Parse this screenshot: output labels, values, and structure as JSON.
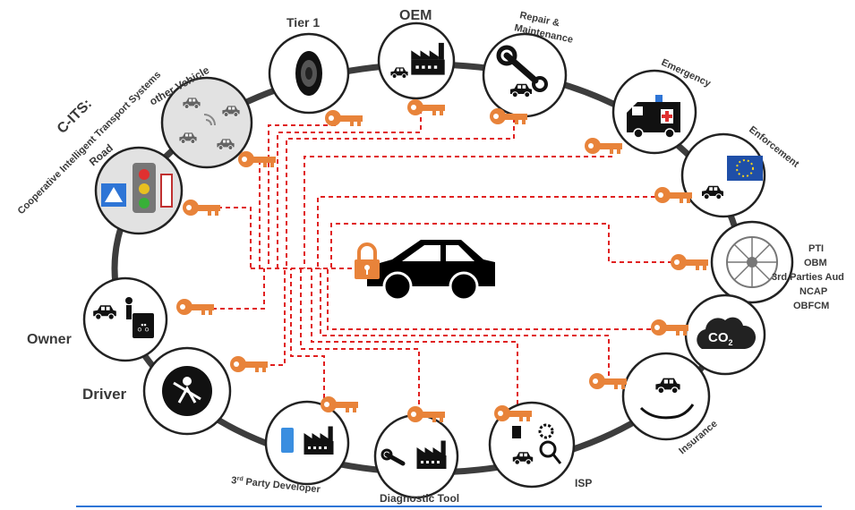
{
  "labels": {
    "cits_title": "C-ITS:",
    "cits_subtitle": "Cooperative Intelligent Transport Systems",
    "road": "Road",
    "other_vehicle": "other Vehicle",
    "tier1": "Tier 1",
    "oem": "OEM",
    "repair_line1": "Repair &",
    "repair_line2": "Maintenance",
    "emergency": "Emergency",
    "enforcement": "Enforcement",
    "pti_lines": [
      "PTI",
      "OBM",
      "3rd Parties Aud",
      "NCAP",
      "OBFCM"
    ],
    "co2_main": "CO",
    "co2_sub": "2",
    "insurance": "Insurance",
    "isp": "ISP",
    "diagnostic_tool": "Diagnostic Tool",
    "third_party_developer_prefix": "3",
    "third_party_developer_sup": "rd",
    "third_party_developer_rest": " Party Developer",
    "driver": "Driver",
    "owner": "Owner"
  },
  "nodes": [
    "road",
    "other-vehicle",
    "tier1",
    "oem",
    "repair-maintenance",
    "emergency",
    "enforcement",
    "pti",
    "co2",
    "insurance",
    "isp",
    "diagnostic-tool",
    "third-party-developer",
    "driver",
    "owner"
  ],
  "icons": {
    "key": "key-icon",
    "lock": "padlock-icon",
    "car": "car-icon"
  },
  "colors": {
    "ring": "#3d3d3d",
    "key": "#e8833a",
    "line": "#e02020",
    "circle_fill": "#ffffff",
    "grey_fill": "#e2e2e2",
    "bottom_rule": "#2e75d6"
  }
}
